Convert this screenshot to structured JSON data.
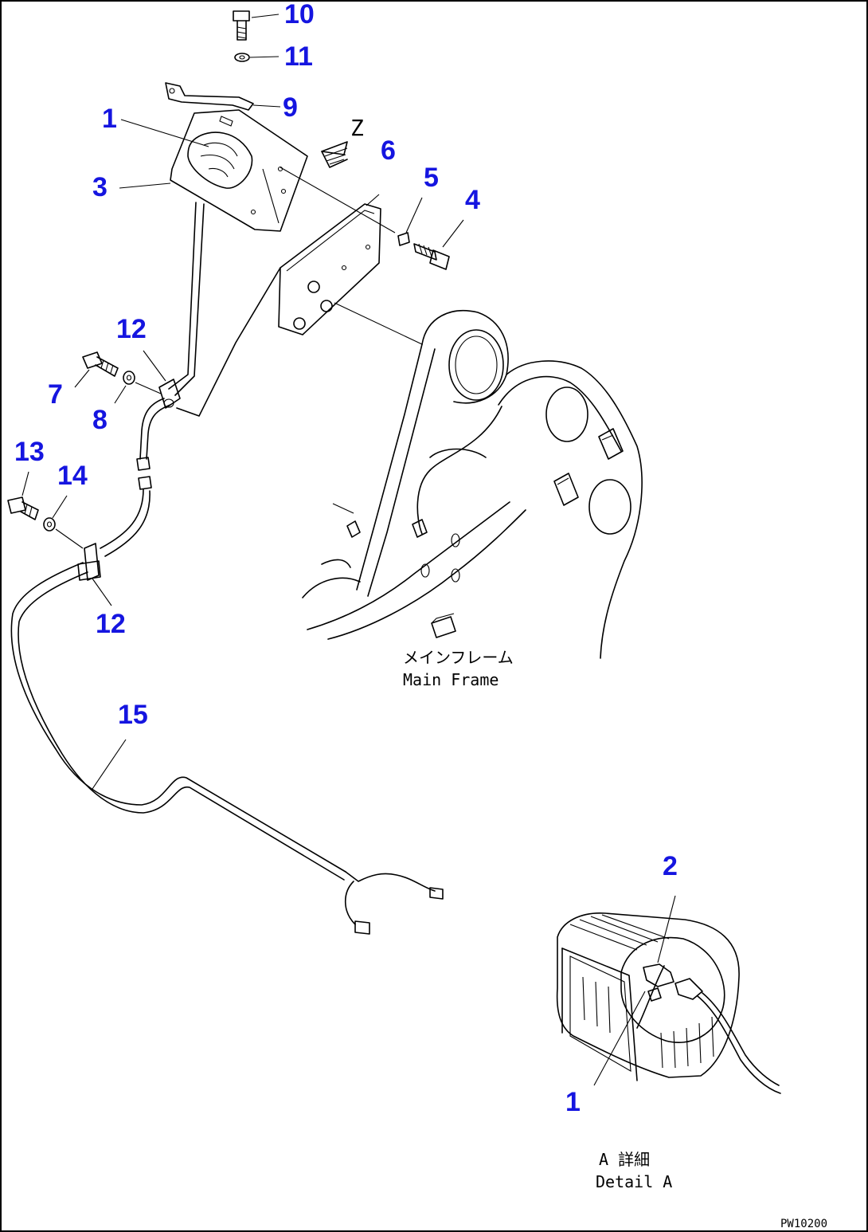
{
  "drawing": {
    "view_letter": "Z",
    "main_frame_jp": "メインフレーム",
    "main_frame_en": "Main Frame",
    "detail_jp": "A 詳細",
    "detail_en": "Detail A",
    "drawing_code": "PW10200"
  },
  "callouts": [
    {
      "id": "c10",
      "label": "10"
    },
    {
      "id": "c11",
      "label": "11"
    },
    {
      "id": "c9",
      "label": "9"
    },
    {
      "id": "c1-top",
      "label": "1"
    },
    {
      "id": "c3",
      "label": "3"
    },
    {
      "id": "c6",
      "label": "6"
    },
    {
      "id": "c5",
      "label": "5"
    },
    {
      "id": "c4",
      "label": "4"
    },
    {
      "id": "c12-top",
      "label": "12"
    },
    {
      "id": "c7",
      "label": "7"
    },
    {
      "id": "c8",
      "label": "8"
    },
    {
      "id": "c13",
      "label": "13"
    },
    {
      "id": "c14",
      "label": "14"
    },
    {
      "id": "c12-bottom",
      "label": "12"
    },
    {
      "id": "c15",
      "label": "15"
    },
    {
      "id": "c2",
      "label": "2"
    },
    {
      "id": "c1-detail",
      "label": "1"
    }
  ],
  "colors": {
    "callout": "#1515e0",
    "line": "#000000",
    "background": "#ffffff"
  }
}
